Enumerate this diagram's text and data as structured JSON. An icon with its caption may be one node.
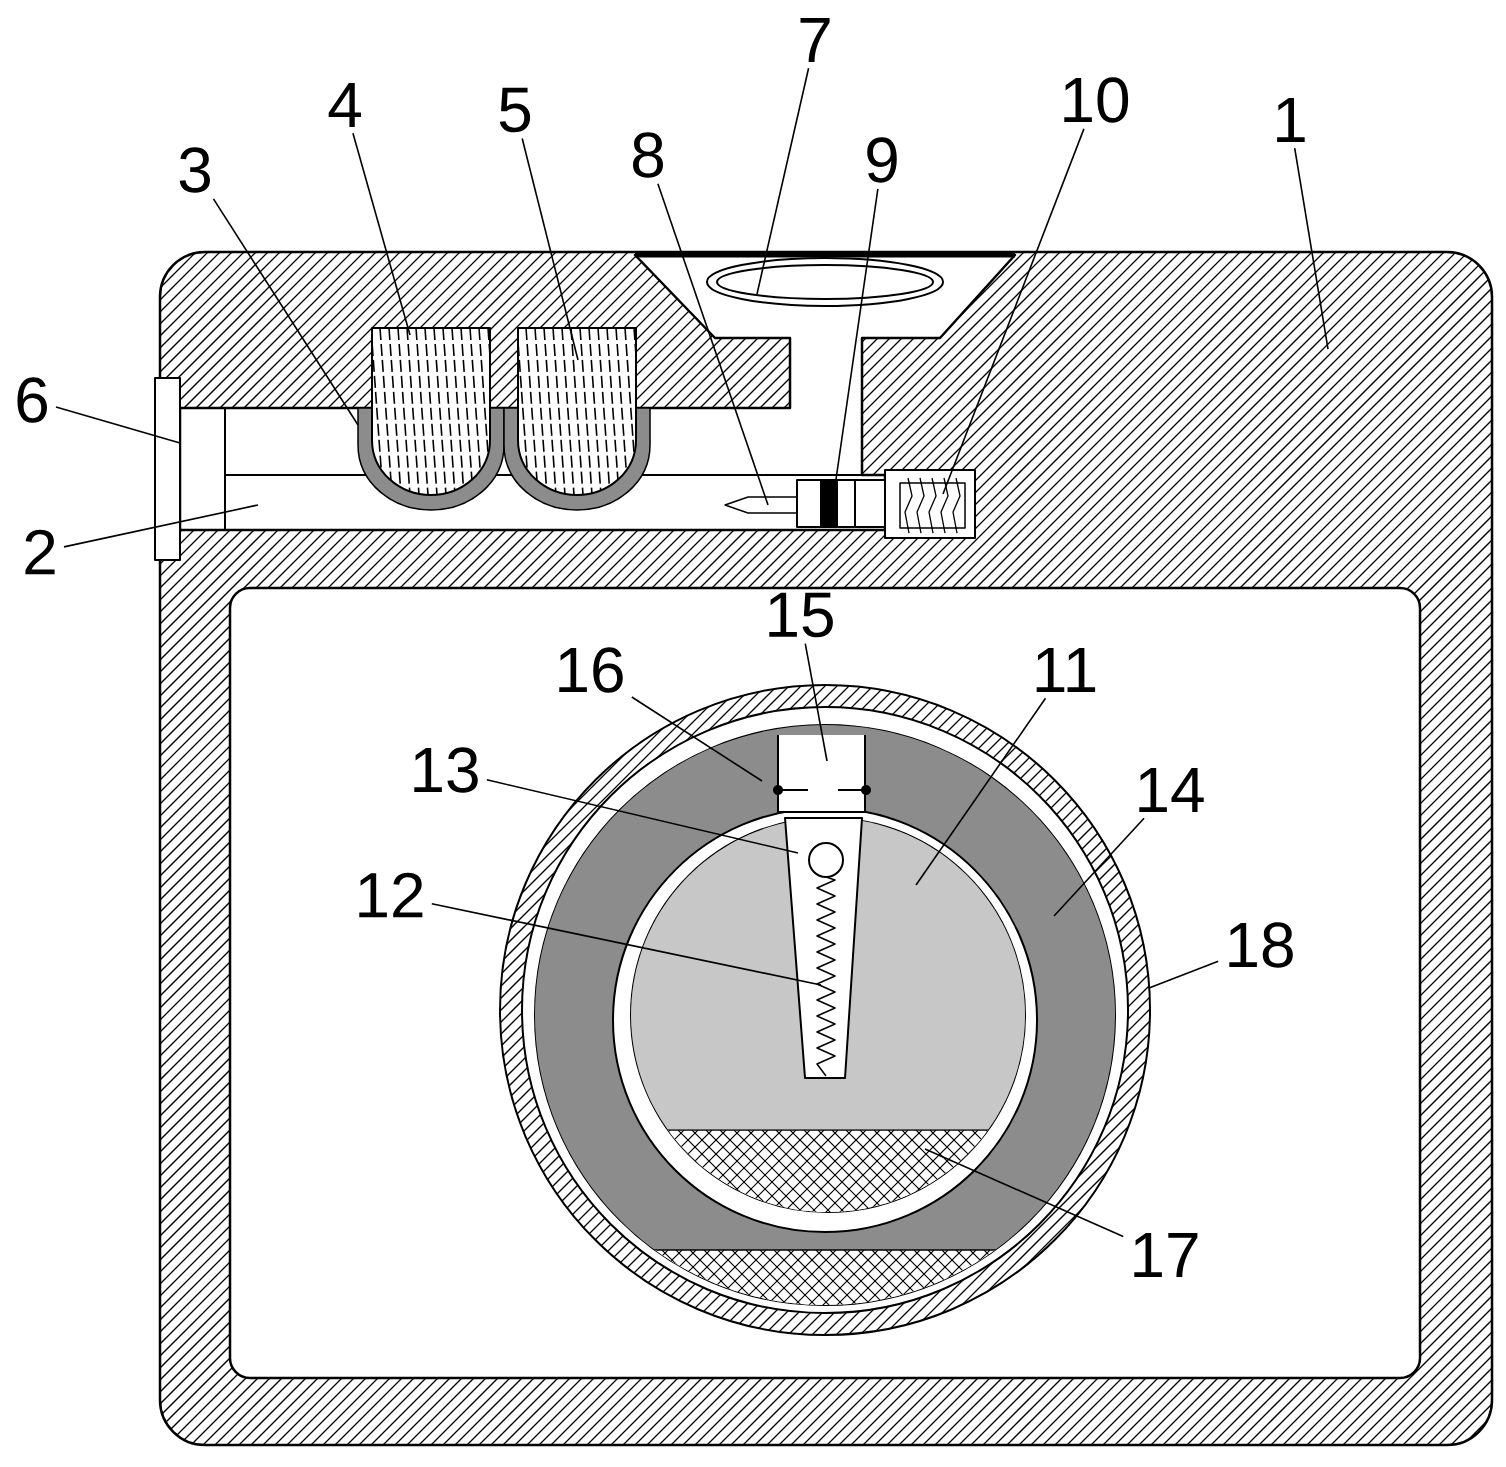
{
  "diagram": {
    "nodes": [
      {
        "text": [
          "7"
        ]
      },
      {
        "text": [
          "4"
        ]
      },
      {
        "text": [
          "10"
        ]
      },
      {
        "text": [
          "1"
        ]
      },
      {
        "text": [
          "5"
        ]
      },
      {
        "text": [
          "8"
        ]
      },
      {
        "text": [
          "9"
        ]
      },
      {
        "text": [
          "3"
        ]
      },
      {
        "text": [
          "6"
        ]
      },
      {
        "text": [
          "2"
        ]
      },
      {
        "text": [
          "15"
        ]
      },
      {
        "text": [
          "16"
        ]
      },
      {
        "text": [
          "11"
        ]
      },
      {
        "text": [
          "13"
        ]
      },
      {
        "text": [
          "14"
        ]
      },
      {
        "text": [
          "12"
        ]
      },
      {
        "text": [
          "18"
        ]
      },
      {
        "text": [
          "17"
        ]
      }
    ],
    "edges": [
      {
        "from": 0,
        "to": null,
        "arrow": "none"
      },
      {
        "from": 1,
        "to": null,
        "arrow": "none"
      },
      {
        "from": 2,
        "to": null,
        "arrow": "none"
      },
      {
        "from": 3,
        "to": null,
        "arrow": "none"
      },
      {
        "from": 4,
        "to": null,
        "arrow": "none"
      },
      {
        "from": 5,
        "to": null,
        "arrow": "none"
      },
      {
        "from": 6,
        "to": null,
        "arrow": "none"
      },
      {
        "from": 7,
        "to": null,
        "arrow": "none"
      },
      {
        "from": 8,
        "to": null,
        "arrow": "none"
      },
      {
        "from": 9,
        "to": null,
        "arrow": "none"
      },
      {
        "from": 10,
        "to": null,
        "arrow": "none"
      },
      {
        "from": 11,
        "to": null,
        "arrow": "none"
      },
      {
        "from": 12,
        "to": null,
        "arrow": "none"
      },
      {
        "from": 13,
        "to": null,
        "arrow": "none"
      },
      {
        "from": 14,
        "to": null,
        "arrow": "none"
      },
      {
        "from": 15,
        "to": null,
        "arrow": "none"
      },
      {
        "from": 16,
        "to": null,
        "arrow": "none"
      },
      {
        "from": 17,
        "to": null,
        "arrow": "none"
      }
    ]
  }
}
